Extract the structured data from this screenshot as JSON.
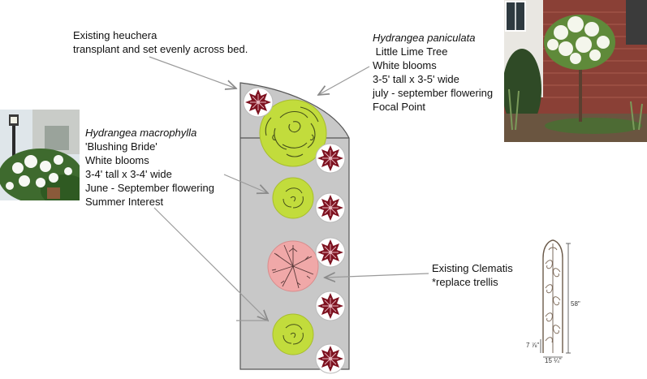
{
  "labels": {
    "heuchera": {
      "line1": "Existing heuchera",
      "line2": "transplant and set evenly across bed."
    },
    "paniculata": {
      "name": "Hydrangea paniculata",
      "line1": " Little Lime Tree",
      "line2": "White blooms",
      "line3": "3-5' tall x 3-5' wide",
      "line4": "july - september flowering",
      "line5": "Focal Point"
    },
    "macrophylla": {
      "name": "Hydrangea macrophylla",
      "line1": "'Blushing Bride'",
      "line2": "White blooms",
      "line3": "3-4' tall x 3-4' wide",
      "line4": "June - September flowering",
      "line5": "Summer Interest"
    },
    "clematis": {
      "line1": "Existing Clematis",
      "line2": "*replace trellis"
    }
  },
  "trellis": {
    "height_label": "58\"",
    "base_label": "7 ⅞\"",
    "width_label": "15 ¼\""
  },
  "colors": {
    "bed": "#c8c8c8",
    "bed_outline": "#555555",
    "hydrangea_green": "#c2dc3c",
    "hydrangea_pink": "#f0a8a8",
    "heuchera": "#7e1220",
    "arrow": "#9a9a9a"
  },
  "icons": {
    "tree_photo": "hydrangea-tree-photo-icon",
    "shrub_photo": "hydrangea-shrub-photo-icon",
    "trellis": "trellis-icon"
  }
}
